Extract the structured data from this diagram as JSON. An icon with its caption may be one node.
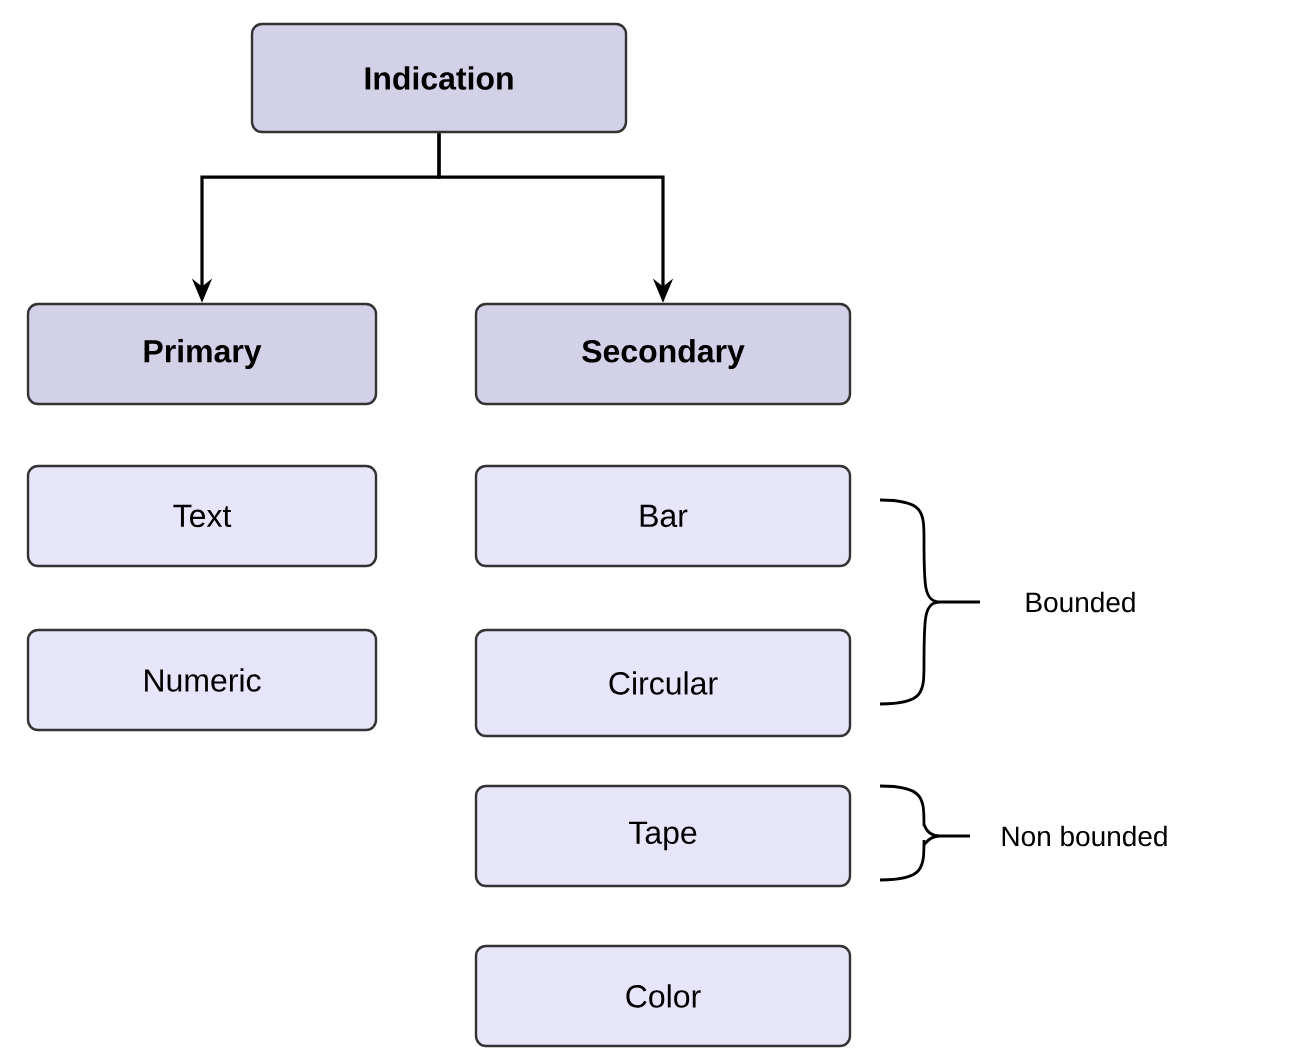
{
  "diagram": {
    "nodes": [
      {
        "text": [
          "Indication"
        ]
      },
      {
        "text": [
          "Primary"
        ]
      },
      {
        "text": [
          "Secondary"
        ]
      },
      {
        "text": [
          "Text"
        ]
      },
      {
        "text": [
          "Numeric"
        ]
      },
      {
        "text": [
          "Bar"
        ]
      },
      {
        "text": [
          "Circular"
        ]
      },
      {
        "text": [
          "Tape"
        ]
      },
      {
        "text": [
          "Color"
        ]
      }
    ],
    "edges": [
      {
        "from": 0,
        "to": 1,
        "arrow": "to"
      },
      {
        "from": 0,
        "to": 2,
        "arrow": "to"
      }
    ],
    "labels": [
      "Bounded",
      "Non bounded"
    ]
  }
}
